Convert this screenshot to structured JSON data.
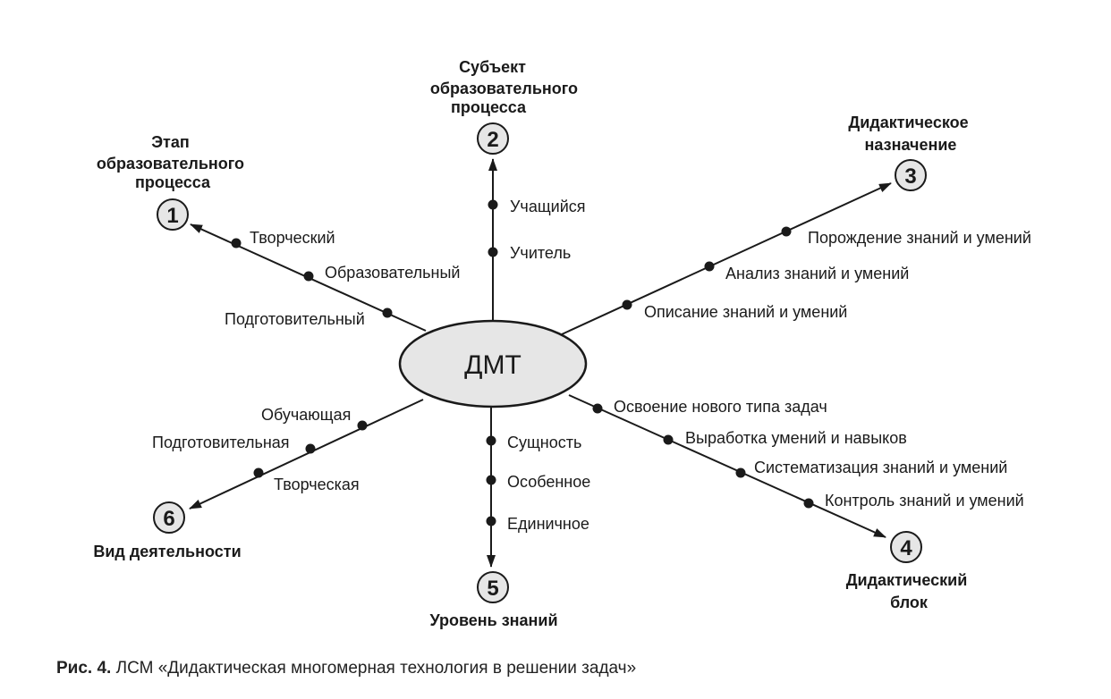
{
  "center": {
    "label": "ДМТ"
  },
  "axes": [
    {
      "number": "1",
      "title": [
        "Этап",
        "образовательного",
        "процесса"
      ],
      "points": [
        "Подготовительный",
        "Образовательный",
        "Творческий"
      ]
    },
    {
      "number": "2",
      "title": [
        "Субъект",
        "образовательного",
        "процесса"
      ],
      "points": [
        "Учитель",
        "Учащийся"
      ]
    },
    {
      "number": "3",
      "title": [
        "Дидактическое",
        "назначение"
      ],
      "points": [
        "Описание знаний и умений",
        "Анализ знаний и умений",
        "Порождение знаний и умений"
      ]
    },
    {
      "number": "4",
      "title": [
        "Дидактический",
        "блок"
      ],
      "points": [
        "Освоение нового типа задач",
        "Выработка умений и навыков",
        "Систематизация знаний и умений",
        "Контроль знаний и умений"
      ]
    },
    {
      "number": "5",
      "title": [
        "Уровень знаний"
      ],
      "points": [
        "Сущность",
        "Особенное",
        "Единичное"
      ]
    },
    {
      "number": "6",
      "title": [
        "Вид деятельности"
      ],
      "points": [
        "Обучающая",
        "Подготовительная",
        "Творческая"
      ]
    }
  ],
  "caption": {
    "figure": "Рис. 4.",
    "text": "ЛСМ «Дидактическая многомерная технология в решении задач»"
  }
}
